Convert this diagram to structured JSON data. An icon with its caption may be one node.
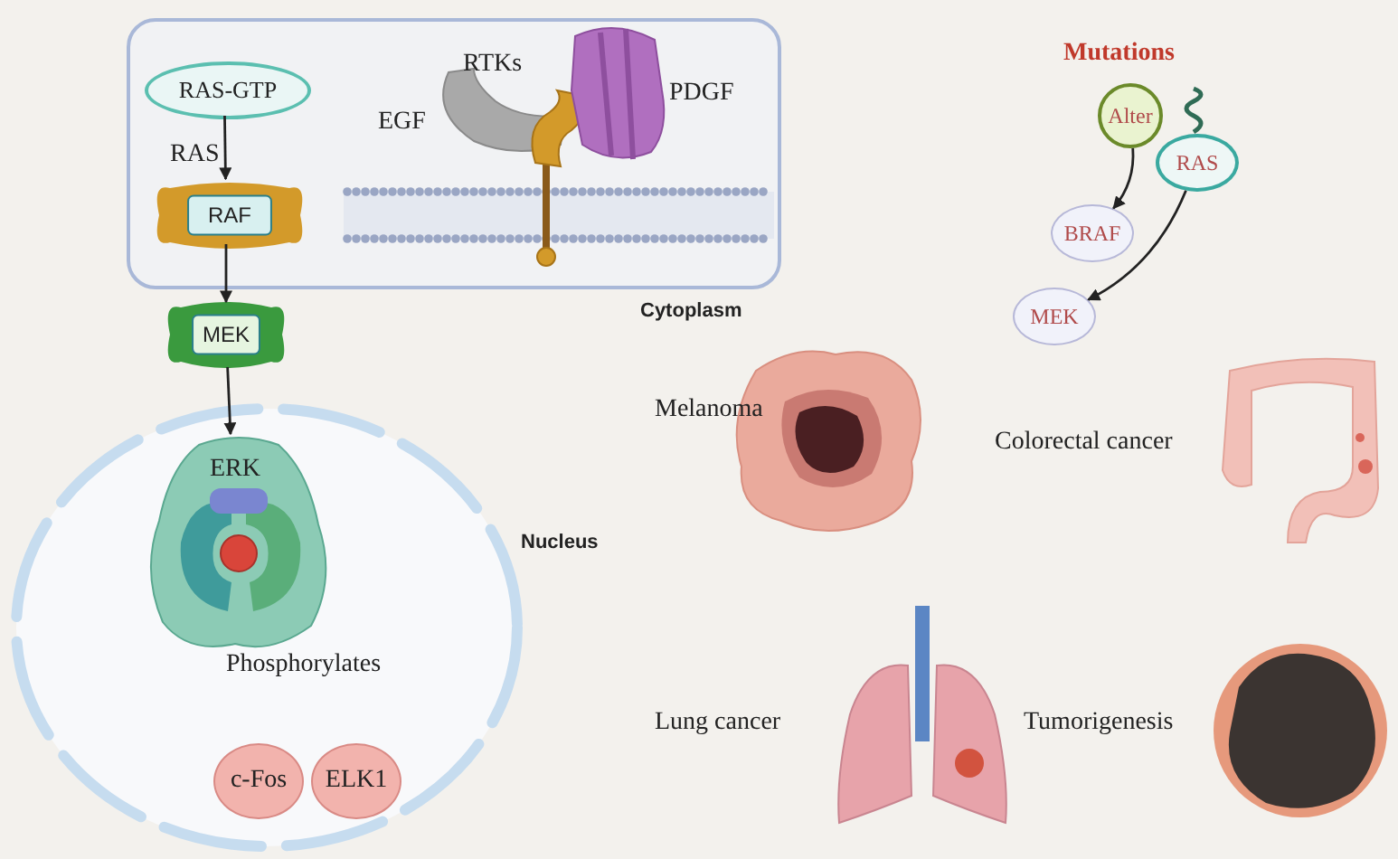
{
  "diagram": {
    "nodes": [
      {
        "text": [
          "Cytoplasm"
        ]
      },
      {
        "text": [
          "RAS-GTP"
        ],
        "in": 0
      },
      {
        "text": [
          "RAF"
        ],
        "in": 0
      },
      {
        "text": [
          "MEK"
        ]
      },
      {
        "text": [
          "Nucleus"
        ]
      },
      {
        "text": [
          "ERK"
        ],
        "in": 4
      },
      {
        "text": [
          "c-Fos"
        ],
        "in": 4
      },
      {
        "text": [
          "ELK1"
        ],
        "in": 4
      },
      {
        "text": [
          "Alter"
        ]
      },
      {
        "text": [
          "RAS"
        ]
      },
      {
        "text": [
          "BRAF"
        ]
      },
      {
        "text": [
          "MEK"
        ]
      }
    ],
    "edges": [
      {
        "from": 1,
        "to": 2,
        "arrow": "to",
        "label": "RAS"
      },
      {
        "from": 2,
        "to": 3,
        "arrow": "to"
      },
      {
        "from": 3,
        "to": 5,
        "arrow": "to"
      },
      {
        "from": 8,
        "to": 10,
        "arrow": "to"
      },
      {
        "from": 9,
        "to": 11,
        "arrow": "to"
      }
    ],
    "labels": [
      "RTKs",
      "PDGF",
      "EGF",
      "Mutations",
      "Melanoma",
      "Colorectal cancer",
      "Phosphorylates",
      "Lung cancer",
      "Tumorigenesis"
    ]
  }
}
